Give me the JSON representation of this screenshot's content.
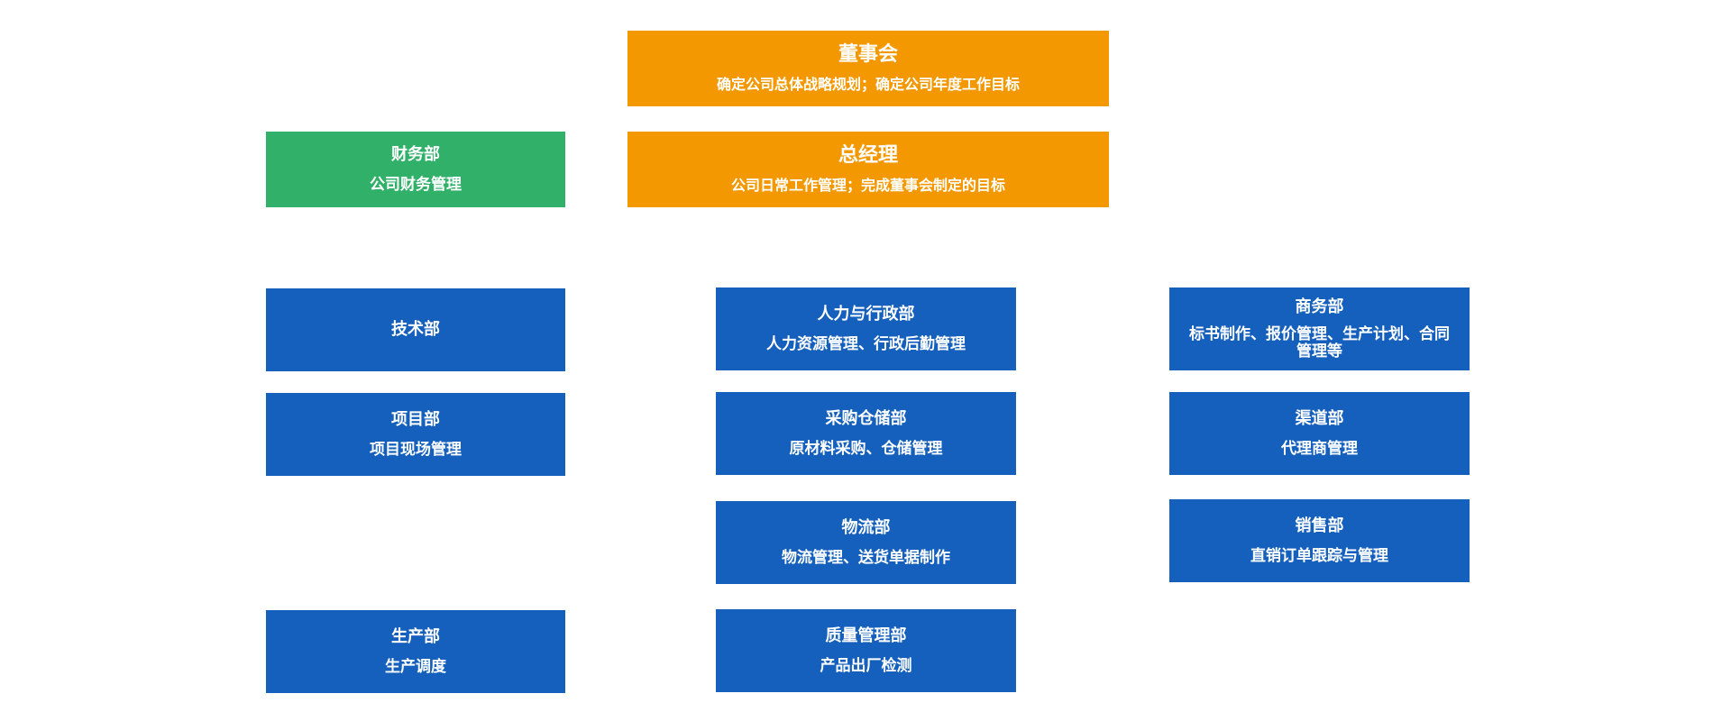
{
  "top": {
    "board": {
      "title": "董事会",
      "desc": "确定公司总体战略规划；确定公司年度工作目标"
    },
    "gm": {
      "title": "总经理",
      "desc": "公司日常工作管理；完成董事会制定的目标"
    },
    "finance": {
      "title": "财务部",
      "desc": "公司财务管理"
    }
  },
  "left": [
    {
      "title": "技术部",
      "desc": ""
    },
    {
      "title": "项目部",
      "desc": "项目现场管理"
    },
    {
      "title": "生产部",
      "desc": "生产调度"
    }
  ],
  "center": [
    {
      "title": "人力与行政部",
      "desc": "人力资源管理、行政后勤管理"
    },
    {
      "title": "采购仓储部",
      "desc": "原材料采购、仓储管理"
    },
    {
      "title": "物流部",
      "desc": "物流管理、送货单据制作"
    },
    {
      "title": "质量管理部",
      "desc": "产品出厂检测"
    }
  ],
  "right": [
    {
      "title": "商务部",
      "desc": "标书制作、报价管理、生产计划、合同管理等"
    },
    {
      "title": "渠道部",
      "desc": "代理商管理"
    },
    {
      "title": "销售部",
      "desc": "直销订单跟踪与管理"
    }
  ],
  "colors": {
    "top": "#f39800",
    "finance": "#31b06a",
    "department": "#1560bd"
  }
}
